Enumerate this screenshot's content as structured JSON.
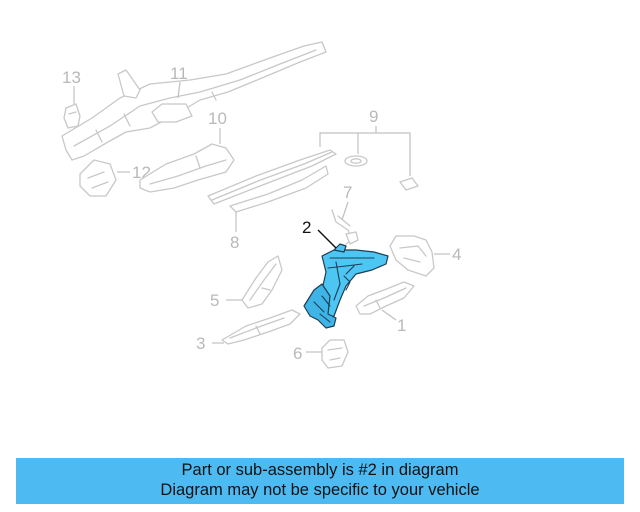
{
  "diagram": {
    "highlighted_part": "2",
    "callouts": [
      "1",
      "2",
      "3",
      "4",
      "5",
      "6",
      "7",
      "8",
      "9",
      "10",
      "11",
      "12",
      "13"
    ]
  },
  "banner": {
    "line1": "Part or sub-assembly is #2 in diagram",
    "line2": "Diagram may not be specific to your vehicle"
  },
  "colors": {
    "highlight": "#4ec6f4",
    "banner": "#4dbbf2",
    "ghost_stroke": "#c8c8c8",
    "callout_text": "#b9b9b9"
  }
}
